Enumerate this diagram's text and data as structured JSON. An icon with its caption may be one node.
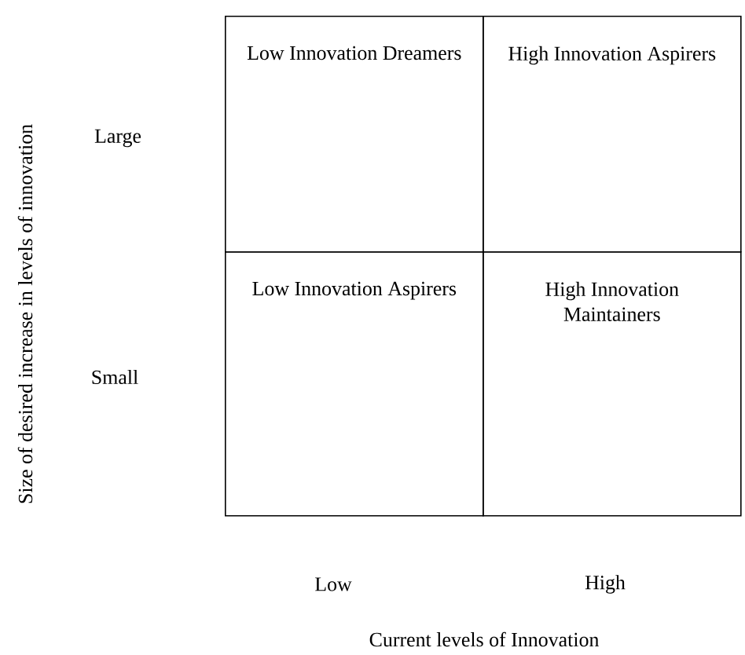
{
  "diagram": {
    "nodes": [
      {
        "text": [
          "Low Innovation Dreamers"
        ]
      },
      {
        "text": [
          "High Innovation Aspirers"
        ]
      },
      {
        "text": [
          "Low Innovation Aspirers"
        ]
      },
      {
        "text": [
          "High Innovation Maintainers"
        ]
      }
    ],
    "edges": [],
    "labels": [
      "Size of desired increase in levels of innovation",
      "Large",
      "Small",
      "Low",
      "High",
      "Current levels of Innovation"
    ]
  }
}
